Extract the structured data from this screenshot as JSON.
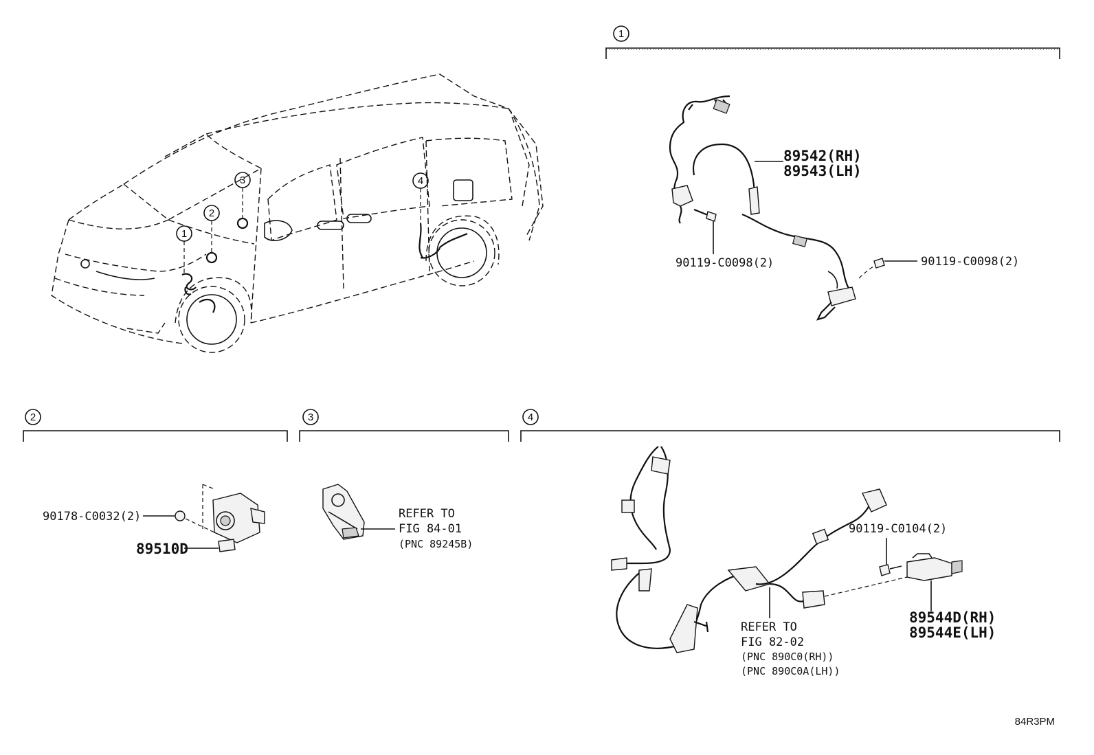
{
  "sections": {
    "s1": {
      "number": "1"
    },
    "s2": {
      "number": "2"
    },
    "s3": {
      "number": "3"
    },
    "s4": {
      "number": "4"
    }
  },
  "vehicle": {
    "callouts": [
      "1",
      "2",
      "3",
      "4"
    ]
  },
  "parts": {
    "s1_sensor_rh": "89542(RH)",
    "s1_sensor_lh": "89543(LH)",
    "s1_bolt_left": "90119-C0098(2)",
    "s1_bolt_right": "90119-C0098(2)",
    "s2_nut": "90178-C0032(2)",
    "s2_sensor": "89510D",
    "s3_refer_1": "REFER TO",
    "s3_refer_2": "FIG 84-01",
    "s3_refer_3": "(PNC 89245B)",
    "s4_bolt": "90119-C0104(2)",
    "s4_sensor_rh": "89544D(RH)",
    "s4_sensor_lh": "89544E(LH)",
    "s4_refer_1": "REFER TO",
    "s4_refer_2": "FIG 82-02",
    "s4_refer_3": "(PNC 890C0(RH))",
    "s4_refer_4": "(PNC 890C0A(LH))"
  },
  "footer": {
    "code": "84R3PM"
  }
}
